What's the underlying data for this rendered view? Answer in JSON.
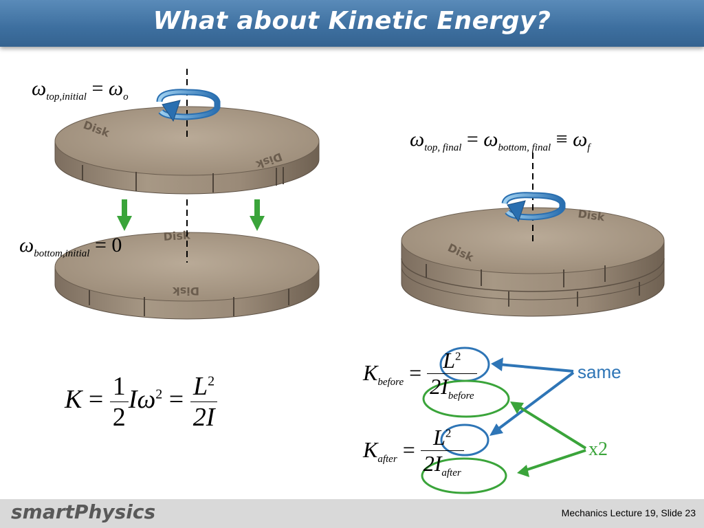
{
  "slide": {
    "title": "What about Kinetic Energy?",
    "footer_brand": "smartPhysics",
    "footer_text": "Mechanics  Lecture 19, Slide 23"
  },
  "disk_label": "Disk",
  "labels": {
    "same": "same",
    "x2": "x2"
  },
  "equations": {
    "omega_top_initial": {
      "lhs": "ω",
      "lhs_sub": "top,initial",
      "eq": "=",
      "rhs": "ω",
      "rhs_sub": "o"
    },
    "omega_bottom_initial": {
      "lhs": "ω",
      "lhs_sub": "bottom,initial",
      "eq": "=",
      "rhs": "0"
    },
    "omega_final": {
      "a": "ω",
      "a_sub": "top, final",
      "eq1": "=",
      "b": "ω",
      "b_sub": "bottom, final",
      "eq2": "≡",
      "c": "ω",
      "c_sub": "f"
    },
    "kinetic": {
      "K": "K",
      "eq1": "=",
      "half_num": "1",
      "half_den": "2",
      "I_omega": "Iω",
      "sq": "2",
      "eq2": "=",
      "L2_num": "L",
      "L2_sq": "2",
      "den": "2I"
    },
    "k_before": {
      "K": "K",
      "sub": "before",
      "eq": "=",
      "num": "L",
      "num_sq": "2",
      "den": "2I",
      "den_sub": "before"
    },
    "k_after": {
      "K": "K",
      "sub": "after",
      "eq": "=",
      "num": "L",
      "num_sq": "2",
      "den": "2I",
      "den_sub": "after"
    }
  },
  "colors": {
    "title_bar": "#3d6f9f",
    "disk": "#a0907f",
    "blue_arrow": "#2e75b6",
    "green": "#3aa43a"
  }
}
